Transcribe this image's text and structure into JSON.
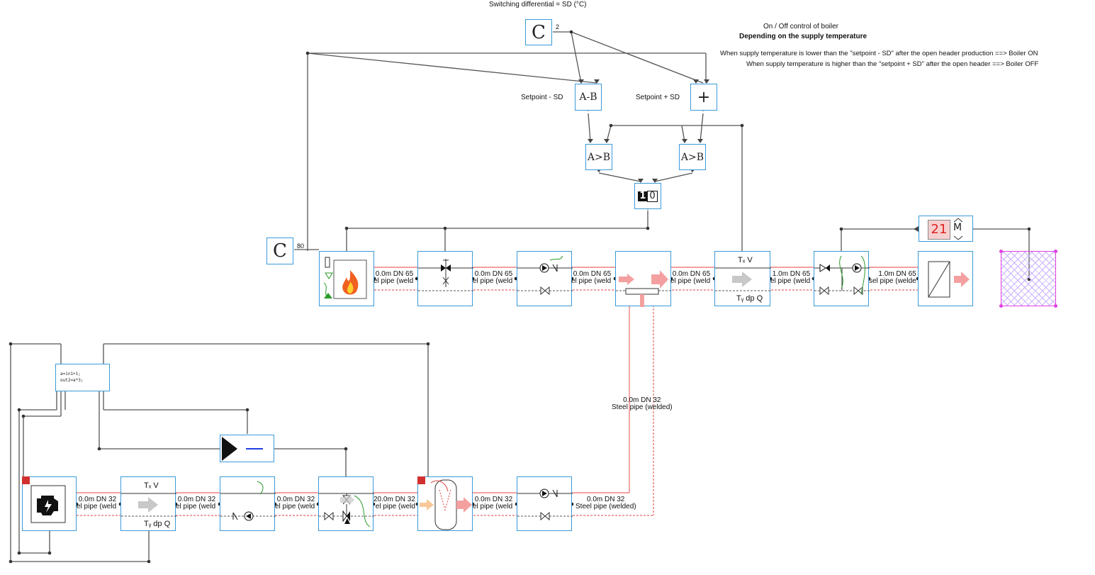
{
  "annotations": {
    "switching_title": "Switching differential = SD (°C)",
    "onoff_title": "On / Off control of boiler",
    "onoff_subtitle": "Depending on the supply temperature",
    "rule_on": "When supply temperature is lower than the \"setpoint - SD\" after the open header production ==> Boiler ON",
    "rule_off": "When supply temperature is higher than the \"setpoint + SD\" after the open header ==> Boiler OFF",
    "setpoint_minus_label": "Setpoint - SD",
    "setpoint_plus_label": "Setpoint + SD"
  },
  "blocks": {
    "constant_sd_symbol": "C",
    "constant_sd_value": "2",
    "constant_setpoint_symbol": "C",
    "constant_setpoint_value": "80",
    "subtract_label": "A-B",
    "add_label": "+",
    "compare1_label": "A>B",
    "compare2_label": "A>B",
    "flipflop_on": "1",
    "flipflop_off": "0",
    "display_value": "21",
    "display_mode": "M",
    "script_line1": "a=in1+1;",
    "script_line2": "out2=a*3;"
  },
  "sensors": {
    "top_line1": "Tₓ V",
    "top_line2": "Tᵧ dp Q",
    "bottom_line1": "Tₓ V",
    "bottom_line2": "Tᵧ dp Q"
  },
  "pipes": {
    "top": [
      {
        "line1": "0.0m DN 65",
        "line2": "el pipe (weld"
      },
      {
        "line1": "0.0m DN 65",
        "line2": "el pipe (weld"
      },
      {
        "line1": "0.0m DN 65",
        "line2": "el pipe (weld"
      },
      {
        "line1": "0.0m DN 65",
        "line2": "el pipe (weld"
      },
      {
        "line1": "1.0m DN 65",
        "line2": "el pipe (weld"
      },
      {
        "line1": "1.0m DN 65",
        "line2": "sel pipe (welde"
      }
    ],
    "bottom": [
      {
        "line1": "0.0m DN 32",
        "line2": "el pipe (weld"
      },
      {
        "line1": "0.0m DN 32",
        "line2": "el pipe (weld"
      },
      {
        "line1": "0.0m DN 32",
        "line2": "el pipe (weld"
      },
      {
        "line1": "20.0m DN 32",
        "line2": "el pipe (weld"
      },
      {
        "line1": "0.0m DN 32",
        "line2": "el pipe (weld"
      },
      {
        "line1": "0.0m DN 32",
        "line2": "Steel pipe (welded)"
      }
    ],
    "riser": {
      "line1": "0.0m DN 32",
      "line2": "Steel pipe (welded)"
    }
  },
  "colors": {
    "component_border": "#3a9ad9",
    "control_wire": "#555555",
    "supply_pipe": "#f08080",
    "return_pipe": "#e04040",
    "arrow_pink": "#f4a0a0",
    "arrow_grey": "#c8c8c8",
    "sink_magenta": "#e040e0",
    "lock_red": "#d23030",
    "display_bg": "#f6d0d0",
    "display_text": "#e02020"
  }
}
